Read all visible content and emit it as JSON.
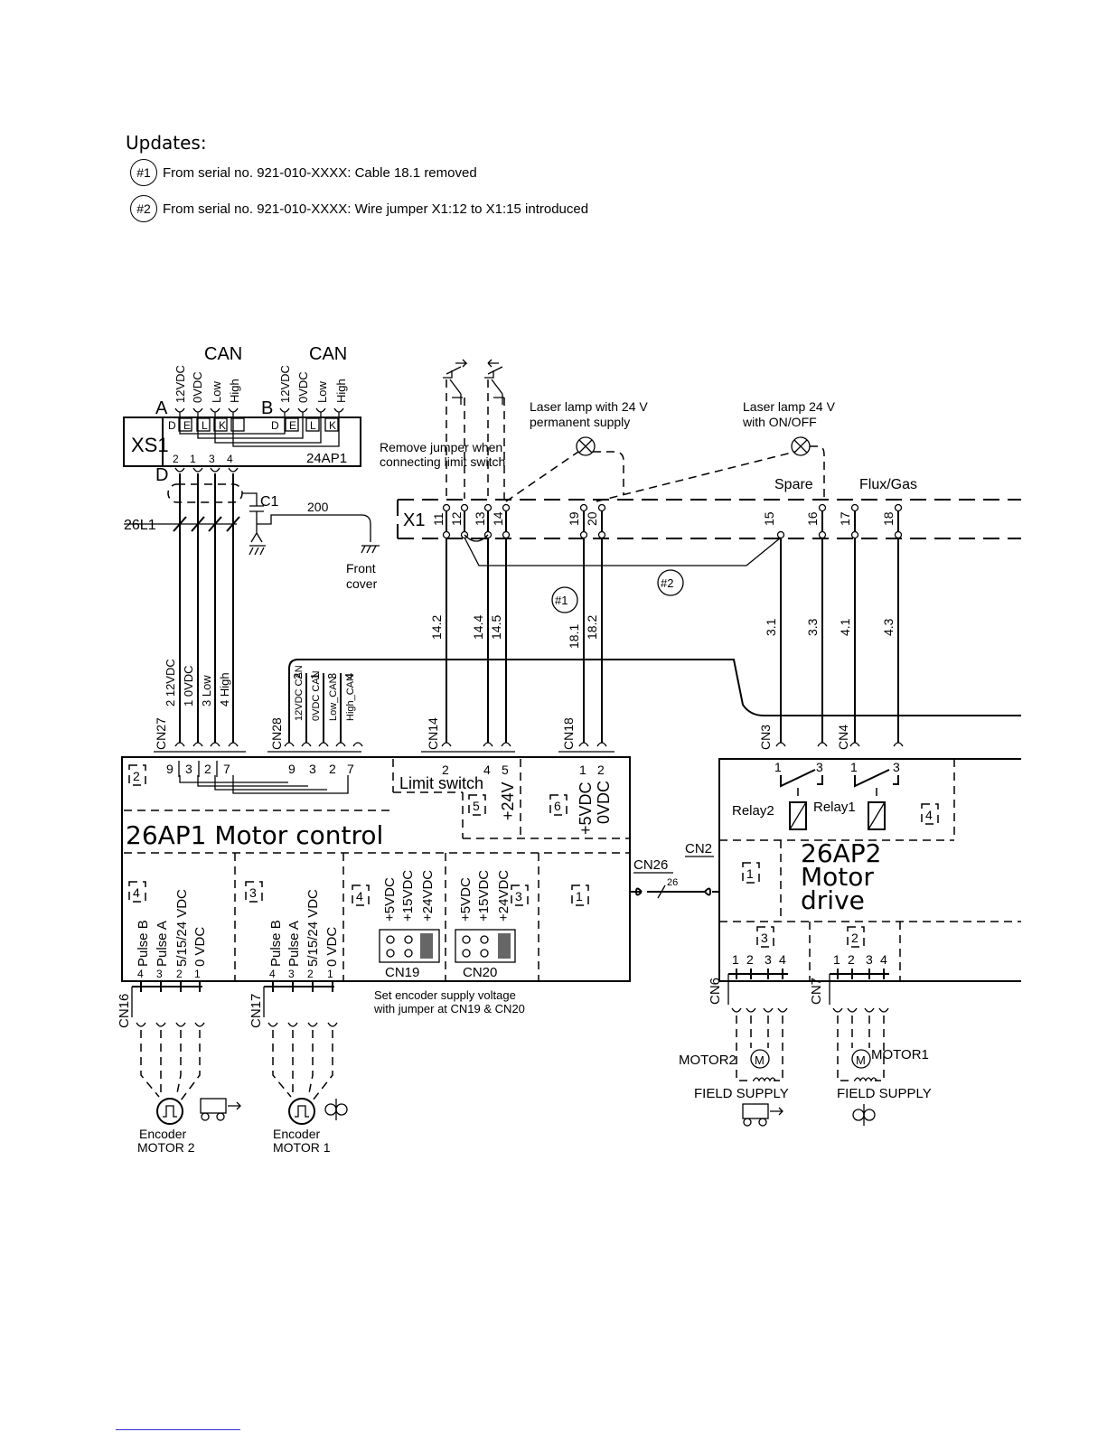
{
  "updates": {
    "title": "Updates:",
    "items": [
      {
        "badge": "#1",
        "text": "From serial no. 921-010-XXXX: Cable 18.1 removed"
      },
      {
        "badge": "#2",
        "text": "From serial no. 921-010-XXXX: Wire jumper X1:12 to X1:15 introduced"
      }
    ]
  },
  "can": {
    "left": {
      "title": "CAN",
      "letter": "A",
      "pins": [
        "12VDC",
        "0VDC",
        "Low",
        "High"
      ],
      "letters": [
        "D",
        "E",
        "L",
        "K"
      ]
    },
    "right": {
      "title": "CAN",
      "letter": "B",
      "pins": [
        "12VDC",
        "0VDC",
        "Low",
        "High"
      ],
      "letters": [
        "D",
        "E",
        "L",
        "K"
      ]
    }
  },
  "xs1": {
    "label": "XS1",
    "module": "24AP1",
    "pin_nums": [
      "2",
      "1",
      "3",
      "4"
    ],
    "bottom_letter": "D"
  },
  "cable": {
    "label": "26L1",
    "cap": "C1",
    "wire": "200",
    "front_cover": [
      "Front",
      "cover"
    ]
  },
  "x1": {
    "label": "X1",
    "terminals": [
      "11",
      "12",
      "13",
      "14",
      "19",
      "20",
      "15",
      "16",
      "17",
      "18"
    ],
    "jumper_note": [
      "Remove jumper when",
      "connecting limit switch"
    ],
    "spare": "Spare",
    "flux_gas": "Flux/Gas"
  },
  "lamps": [
    {
      "lines": [
        "Laser lamp with 24 V",
        "permanent supply"
      ]
    },
    {
      "lines": [
        "Laser lamp 24 V",
        "with ON/OFF"
      ]
    }
  ],
  "wires": [
    "14.2",
    "14.4",
    "14.5",
    "18.1",
    "18.2",
    "3.1",
    "3.3",
    "4.1",
    "4.3"
  ],
  "revision_marks": [
    "#1",
    "#2"
  ],
  "cn27": {
    "label": "CN27",
    "wires": [
      "2  12VDC",
      "1  0VDC",
      "3  Low",
      "4  High"
    ],
    "pins": [
      "9",
      "3",
      "2",
      "7"
    ]
  },
  "cn28": {
    "label": "CN28",
    "wires": [
      "12VDC CAN",
      "0VDC CAN",
      "Low_CAN",
      "High_CAN"
    ],
    "wire_nums": [
      "2",
      "1",
      "3",
      "4"
    ],
    "pins": [
      "9",
      "3",
      "2",
      "7"
    ]
  },
  "cn14": {
    "label": "CN14",
    "pins": [
      "2",
      "4",
      "5"
    ],
    "title": "Limit switch",
    "voltage": "+24V",
    "box": "5"
  },
  "cn18": {
    "label": "CN18",
    "pins": [
      "1",
      "2"
    ],
    "voltages": [
      "+5VDC",
      "0VDC"
    ],
    "box": "6"
  },
  "ap1": {
    "title": "26AP1 Motor control",
    "box_top": "2",
    "box_right": "1",
    "enc_a": {
      "box": "4",
      "labels": [
        "Pulse B",
        "Pulse A",
        "5/15/24 VDC",
        "0 VDC"
      ],
      "pins": [
        "4",
        "3",
        "2",
        "1"
      ]
    },
    "enc_b": {
      "box": "3",
      "labels": [
        "Pulse B",
        "Pulse A",
        "5/15/24 VDC",
        "0 VDC"
      ],
      "pins": [
        "4",
        "3",
        "2",
        "1"
      ]
    },
    "cn19": {
      "label": "CN19",
      "box": "4",
      "volts": [
        "+5VDC",
        "+15VDC",
        "+24VDC"
      ]
    },
    "cn20": {
      "label": "CN20",
      "box": "3",
      "volts": [
        "+5VDC",
        "+15VDC",
        "+24VDC"
      ]
    },
    "note": [
      "Set encoder supply voltage",
      "with jumper  at CN19 & CN20"
    ]
  },
  "cn26": {
    "label": "CN26",
    "count": "26"
  },
  "cn2": {
    "label": "CN2"
  },
  "ap2": {
    "title": [
      "26AP2",
      "Motor",
      "drive"
    ],
    "box_left": "1",
    "box_right": "4",
    "cn3": {
      "label": "CN3",
      "pins": [
        "1",
        "3"
      ],
      "relay": "Relay2"
    },
    "cn4": {
      "label": "CN4",
      "pins": [
        "1",
        "3"
      ],
      "relay": "Relay1"
    },
    "box_cn6": "3",
    "box_cn7": "2",
    "cn6": {
      "label": "CN6",
      "pins": [
        "1",
        "2",
        "3",
        "4"
      ]
    },
    "cn7": {
      "label": "CN7",
      "pins": [
        "1",
        "2",
        "3",
        "4"
      ]
    }
  },
  "motors": [
    {
      "name": "MOTOR2",
      "supply": "FIELD SUPPLY",
      "symbol": "M"
    },
    {
      "name": "MOTOR1",
      "supply": "FIELD SUPPLY",
      "symbol": "M"
    }
  ],
  "encoders": [
    {
      "label": [
        "Encoder",
        "MOTOR 2"
      ],
      "connector": "CN16"
    },
    {
      "label": [
        "Encoder",
        "MOTOR 1"
      ],
      "connector": "CN17"
    }
  ]
}
